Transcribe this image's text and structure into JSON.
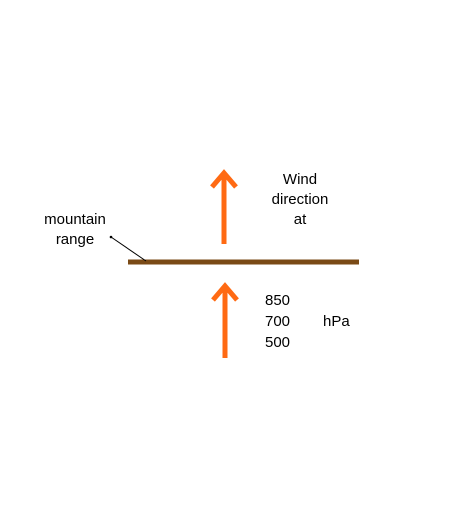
{
  "labels": {
    "wind_line1": "Wind",
    "wind_line2": "direction",
    "wind_line3": "at",
    "mountain_line1": "mountain",
    "mountain_line2": "range",
    "level_850": "850",
    "level_700": "700",
    "level_500": "500",
    "unit": "hPa"
  },
  "colors": {
    "arrow": "#ff6a13",
    "mountain": "#7a4a16",
    "leader": "#000000"
  },
  "icons": {
    "upper_arrow": "arrow-up-icon",
    "lower_arrow": "arrow-up-icon"
  }
}
